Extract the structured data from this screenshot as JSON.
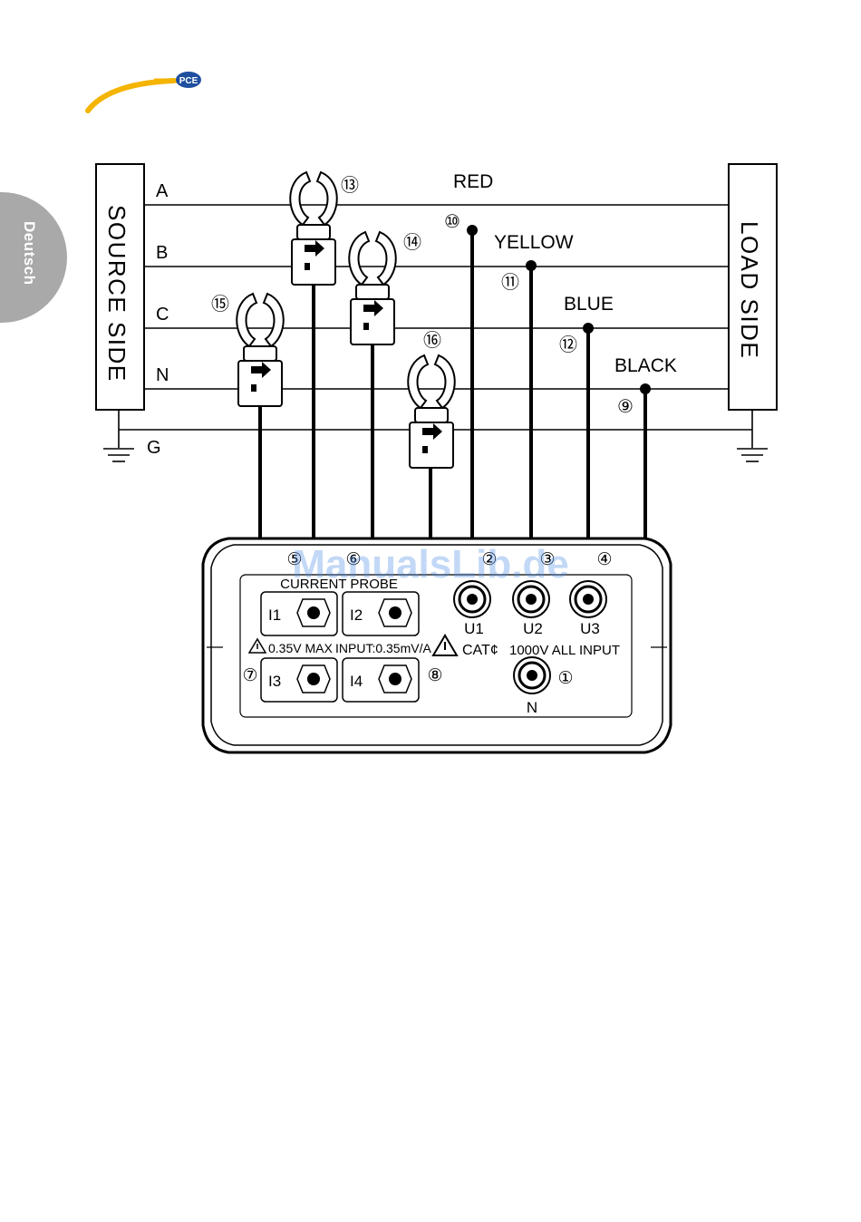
{
  "side_tab": {
    "label": "Deutsch",
    "color": "#a9a9a9"
  },
  "logo": {
    "text": "PCE",
    "arc_color": "#f4b400",
    "badge_color": "#1f4f9e"
  },
  "watermark": {
    "text": "ManualsLib.de",
    "color": "#4f8fe6"
  },
  "boxes": {
    "source": "SOURCE SIDE",
    "load": "LOAD SIDE"
  },
  "lines": [
    {
      "label": "A"
    },
    {
      "label": "B"
    },
    {
      "label": "C"
    },
    {
      "label": "N"
    }
  ],
  "ground": {
    "label": "G"
  },
  "wire_labels": [
    "RED",
    "YELLOW",
    "BLUE",
    "BLACK"
  ],
  "callouts": [
    "⑬",
    "⑭",
    "⑮",
    "⑯",
    "⑩",
    "⑪",
    "⑫",
    "⑨",
    "⑤",
    "⑥",
    "②",
    "③",
    "④",
    "⑦",
    "⑧",
    "①"
  ],
  "meter": {
    "current_probe_label": "CURRENT PROBE",
    "probe_labels": [
      "I1",
      "I2",
      "I3",
      "I4"
    ],
    "voltage_labels": [
      "U1",
      "U2",
      "U3",
      "N"
    ],
    "max_label": "0.35V MAX",
    "input_label": "INPUT:0.35mV/A",
    "cat_label": "CAT¢",
    "all_input_label": "1000V ALL INPUT"
  }
}
